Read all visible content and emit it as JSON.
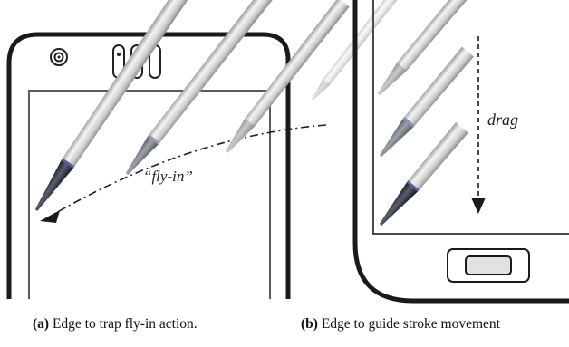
{
  "panel_a": {
    "annotation": "“fly-in”",
    "caption_tag": "(a)",
    "caption_text": "Edge to trap fly-in action."
  },
  "panel_b": {
    "annotation": "drag",
    "caption_tag": "(b)",
    "caption_text": "Edge to guide stroke movement"
  },
  "colors": {
    "device_outline": "#1a1a1a",
    "screen_line": "#4a4a4a",
    "stylus_body": "#cfcfcf",
    "stylus_tip_dark": "#2b2f3a"
  }
}
